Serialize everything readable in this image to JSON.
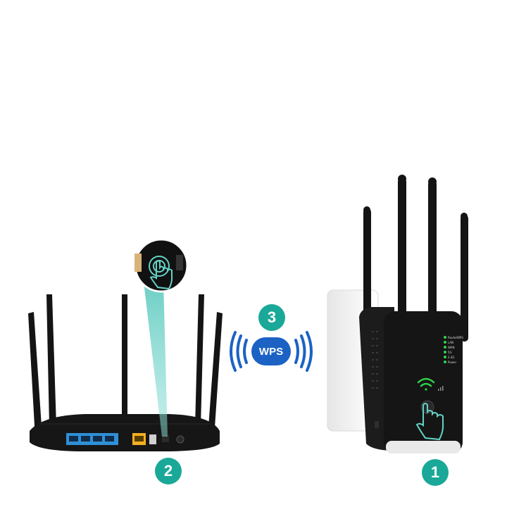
{
  "steps": [
    {
      "label": "1",
      "subject": "repeater"
    },
    {
      "label": "2",
      "subject": "router"
    },
    {
      "label": "3",
      "subject": "wps"
    }
  ],
  "wps": {
    "label": "WPS"
  },
  "repeater_leds": [
    "Route/WPS",
    "LAN",
    "WAN",
    "5G",
    "2.4G",
    "Power"
  ],
  "colors": {
    "badge": "#1aa898",
    "wps_blue": "#1b62c4",
    "led_green": "#2fd34a",
    "device_black": "#151515",
    "lan_port": "#2f8fd6",
    "wan_port": "#f2b022",
    "beam": "#6fd2c8"
  }
}
